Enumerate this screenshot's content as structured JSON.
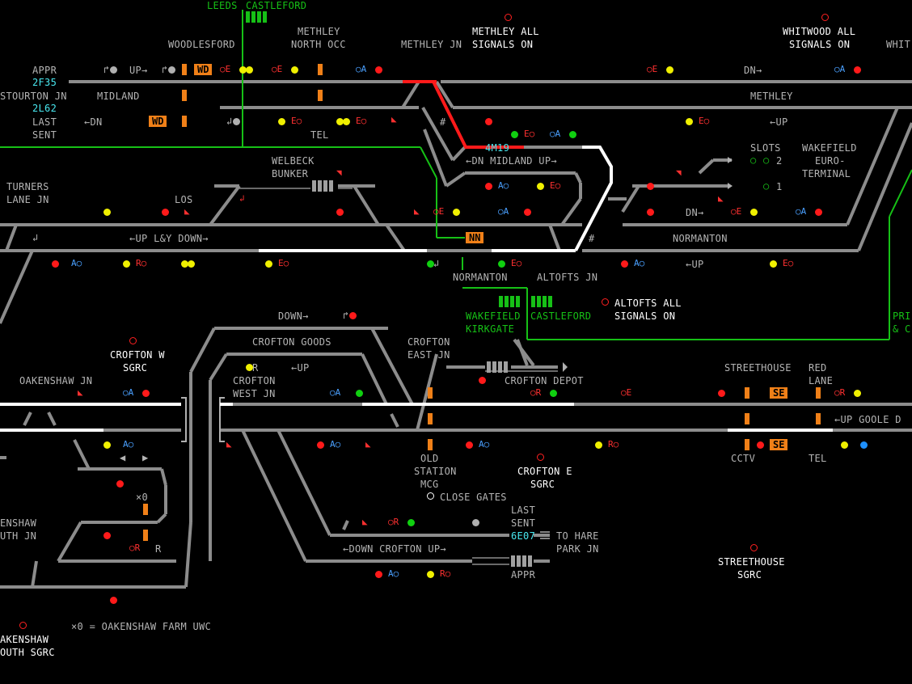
{
  "window": {
    "title": "Wakefield / Normanton signalling workstation"
  },
  "headcodes": {
    "h_2F35": "2F35",
    "h_2L62": "2L62",
    "h_4M19": "4M19",
    "h_6E07": "6E07"
  },
  "labels": {
    "leeds": "LEEDS",
    "castleford_top": "CASTLEFORD",
    "woodlesford": "WOODLESFORD",
    "methley_north_1": "METHLEY",
    "methley_north_2": "NORTH OCC",
    "methley_jn": "METHLEY JN",
    "methley_all_1": "METHLEY ALL",
    "methley_all_2": "SIGNALS ON",
    "whitwood_all_1": "WHITWOOD ALL",
    "whitwood_all_2": "SIGNALS ON",
    "whit_cut": "WHIT",
    "appr": "APPR",
    "up_arrow_top": "UP→",
    "stourton_jn": "STOURTON JN",
    "midland": "MIDLAND",
    "methley": "METHLEY",
    "dn_arrow_right_top": "DN→",
    "last": "LAST",
    "sent": "SENT",
    "dn_left_top": "←DN",
    "tel_top": "TEL",
    "up_left_top": "←UP",
    "dn_midland_up": "←DN MIDLAND UP→",
    "welbeck_1": "WELBECK",
    "welbeck_2": "BUNKER",
    "slots": "SLOTS",
    "slot2": "2",
    "slot1": "1",
    "wakefield_euro_1": "WAKEFIELD",
    "wakefield_euro_2": "EURO-",
    "wakefield_euro_3": "TERMINAL",
    "turners_1": "TURNERS",
    "turners_2": "LANE JN",
    "los": "LOS",
    "dn_arrow_right_mid": "DN→",
    "up_ly_down": "←UP L&Y DOWN→",
    "normanton_main": "NORMANTON",
    "hash": "#",
    "normanton_low": "NORMANTON",
    "altofts_jn": "ALTOFTS JN",
    "up_left_mid": "←UP",
    "altofts_all_1": "ALTOFTS ALL",
    "altofts_all_2": "SIGNALS ON",
    "wakefield_kirkgate_1": "WAKEFIELD",
    "wakefield_kirkgate_2": "KIRKGATE",
    "castleford_low": "CASTLEFORD",
    "pri_cut_1": "PRI",
    "pri_cut_2": "& C",
    "down_arrow": "DOWN→",
    "crofton_goods": "CROFTON GOODS",
    "crofton_east_1": "CROFTON",
    "crofton_east_2": "EAST JN",
    "crofton_w_1": "CROFTON W",
    "crofton_w_2": "SGRC",
    "oakenshaw_jn": "OAKENSHAW JN",
    "r_label": "R",
    "up_left_crofton": "←UP",
    "crofton_west_1": "CROFTON",
    "crofton_west_2": "WEST JN",
    "crofton_depot": "CROFTON DEPOT",
    "streethouse": "STREETHOUSE",
    "red_lane_1": "RED",
    "red_lane_2": "LANE",
    "up_goole": "←UP GOOLE D",
    "old_station_1": "OLD",
    "old_station_2": "STATION",
    "old_station_3": "MCG",
    "crofton_e_1": "CROFTON E",
    "crofton_e_2": "SGRC",
    "close_gates": "CLOSE GATES",
    "cctv": "CCTV",
    "tel_low": "TEL",
    "x0_label": "×0",
    "oakenshaw_s_1": "ENSHAW",
    "oakenshaw_s_2": "UTH JN",
    "last_low": "LAST",
    "sent_low": "SENT",
    "to_hare_1": "TO HARE",
    "to_hare_2": "PARK JN",
    "down_crofton_up": "←DOWN CROFTON UP→",
    "appr_low": "APPR",
    "streethouse_sgrc_1": "STREETHOUSE",
    "streethouse_sgrc_2": "SGRC",
    "oakenshaw_sgrc_1": "AKENSHAW",
    "oakenshaw_sgrc_2": "OUTH SGRC",
    "legend_x0": "×0 = OAKENSHAW FARM UWC"
  },
  "buttons": {
    "wd_upper": "WD",
    "wd_lower": "WD",
    "nn": "NN",
    "se_upper": "SE",
    "se_lower": "SE"
  },
  "colors": {
    "background": "#000000",
    "track_idle": "#8c8c8c",
    "track_route_set": "#ffffff",
    "track_occupied": "#ff1a1a",
    "label_text": "#b4b4b4",
    "boundary_green": "#16c016",
    "headcode_cyan": "#48e8f0",
    "button_orange": "#f08018",
    "aspect_red": "#ff1a1a",
    "aspect_yellow": "#f0f000",
    "aspect_green": "#10d010",
    "aspect_blue": "#1e90ff"
  }
}
